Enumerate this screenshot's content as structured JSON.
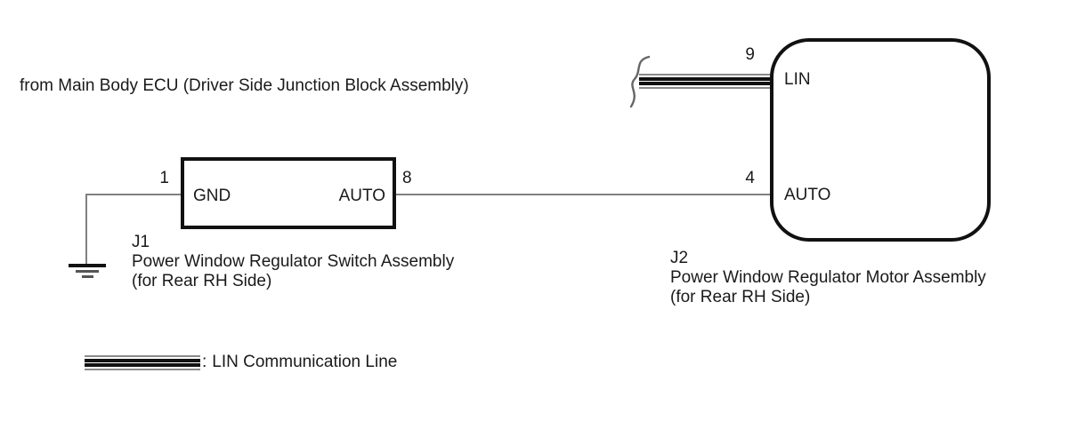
{
  "note": "from Main Body ECU (Driver Side Junction Block Assembly)",
  "switch_assembly": {
    "code": "J1",
    "name": "Power Window Regulator Switch Assembly",
    "variant": "(for Rear RH Side)",
    "pin_gnd_number": "1",
    "pin_gnd_label": "GND",
    "pin_auto_number": "8",
    "pin_auto_label": "AUTO"
  },
  "motor_assembly": {
    "code": "J2",
    "name": "Power Window Regulator Motor Assembly",
    "variant": "(for Rear RH Side)",
    "pin_lin_number": "9",
    "pin_lin_label": "LIN",
    "pin_auto_number": "4",
    "pin_auto_label": "AUTO"
  },
  "legend": {
    "separator": ":",
    "label": "LIN Communication Line"
  },
  "colors": {
    "background": "#ffffff",
    "text": "#1a1a1a",
    "outline": "#111111",
    "wire": "#808080",
    "lin_stripe_gray": "#8a8a8a",
    "lin_stripe_black": "#111111"
  }
}
